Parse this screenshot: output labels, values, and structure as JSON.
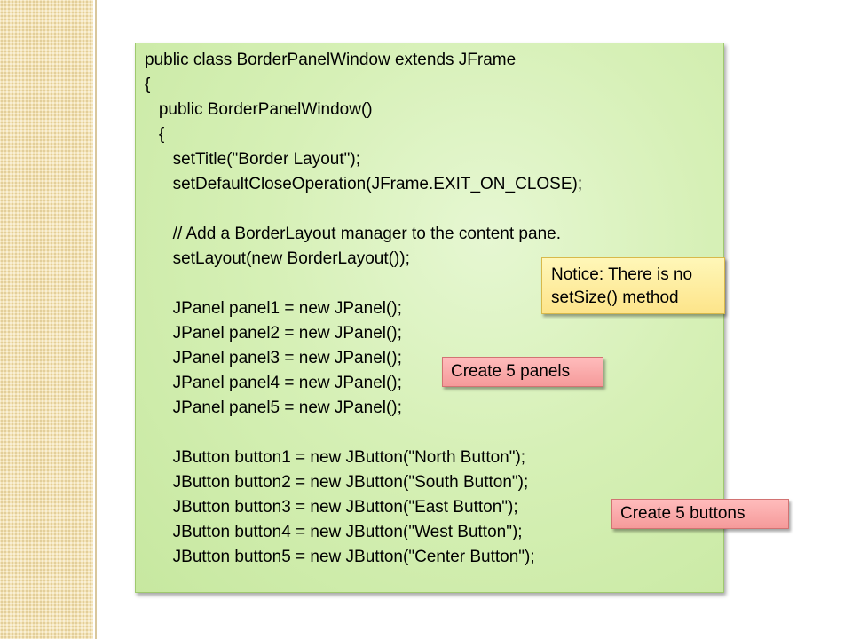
{
  "code": {
    "lines": [
      "public class BorderPanelWindow extends JFrame",
      "{",
      "   public BorderPanelWindow()",
      "   {",
      "      setTitle(\"Border Layout\");",
      "      setDefaultCloseOperation(JFrame.EXIT_ON_CLOSE);",
      "",
      "      // Add a BorderLayout manager to the content pane.",
      "      setLayout(new BorderLayout());",
      "",
      "      JPanel panel1 = new JPanel();",
      "      JPanel panel2 = new JPanel();",
      "      JPanel panel3 = new JPanel();",
      "      JPanel panel4 = new JPanel();",
      "      JPanel panel5 = new JPanel();",
      "",
      "      JButton button1 = new JButton(\"North Button\");",
      "      JButton button2 = new JButton(\"South Button\");",
      "      JButton button3 = new JButton(\"East Button\");",
      "      JButton button4 = new JButton(\"West Button\");",
      "      JButton button5 = new JButton(\"Center Button\");"
    ]
  },
  "notes": {
    "setsize": "Notice: There is no\nsetSize() method",
    "panels": "Create 5 panels",
    "buttons": "Create 5 buttons"
  },
  "colors": {
    "code_box": "#d6f0b6",
    "note_yellow": "#fde48a",
    "note_pink": "#f59a9a",
    "side_strip": "#f3e3b8"
  }
}
